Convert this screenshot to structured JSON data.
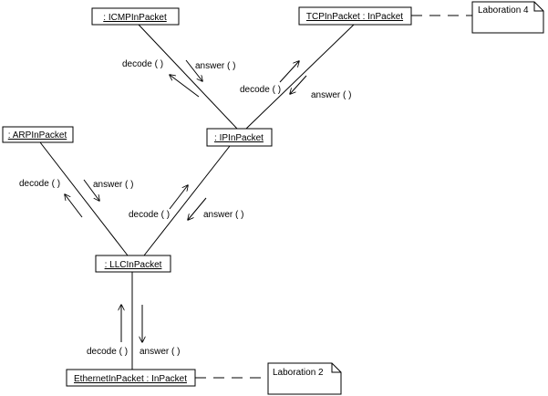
{
  "objects": {
    "icmp": ": ICMPInPacket",
    "tcp": "TCPInPacket : InPacket",
    "arp": ": ARPInPacket",
    "ip": ": IPInPacket",
    "llc": ": LLCInPacket",
    "ethernet": "EthernetInPacket : InPacket"
  },
  "notes": {
    "lab4": "Laboration 4",
    "lab2": "Laboration 2"
  },
  "messages": {
    "icmp_decode": "decode ( )",
    "icmp_answer": "answer ( )",
    "tcp_decode": "decode ( )",
    "tcp_answer": "answer ( )",
    "arp_decode": "decode ( )",
    "arp_answer": "answer ( )",
    "ip_decode": "decode ( )",
    "ip_answer": "answer ( )",
    "eth_decode": "decode ( )",
    "eth_answer": "answer ( )"
  }
}
